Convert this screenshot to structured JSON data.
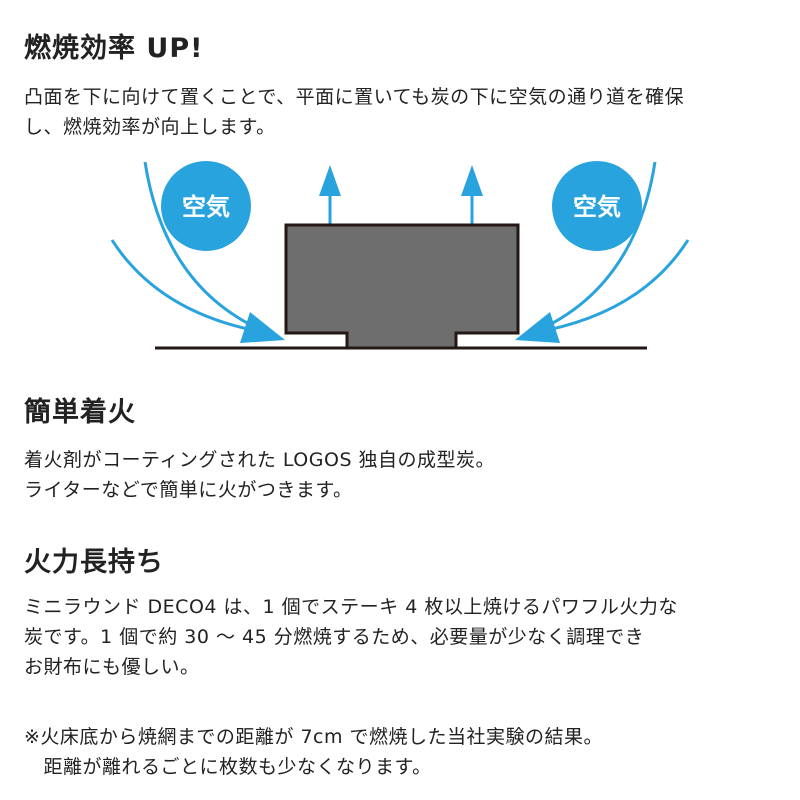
{
  "sections": [
    {
      "heading": "燃焼効率 UP!",
      "lines": [
        "凸面を下に向けて置くことで、平面に置いても炭の下に空気の通り道を確保",
        "し、燃焼効率が向上します。"
      ]
    },
    {
      "heading": "簡単着火",
      "lines": [
        "着火剤がコーティングされた LOGOS 独自の成型炭。",
        "ライターなどで簡単に火がつきます。"
      ]
    },
    {
      "heading": "火力長持ち",
      "lines": [
        "ミニラウンド DECO4 は、1 個でステーキ 4 枚以上焼けるパワフル火力な",
        "炭です。1 個で約 30 〜 45 分燃焼するため、必要量が少なく調理でき",
        "お財布にも優しい。"
      ]
    }
  ],
  "note": [
    "※火床底から焼網までの距離が 7cm で燃焼した当社実験の結果。",
    "　距離が離れるごとに枚数も少なくなります。"
  ],
  "diagram": {
    "air_label_left": "空気",
    "air_label_right": "空気",
    "colors": {
      "air": "#29a3de",
      "charcoal": "#6e6e6e",
      "outline": "#231815"
    }
  }
}
